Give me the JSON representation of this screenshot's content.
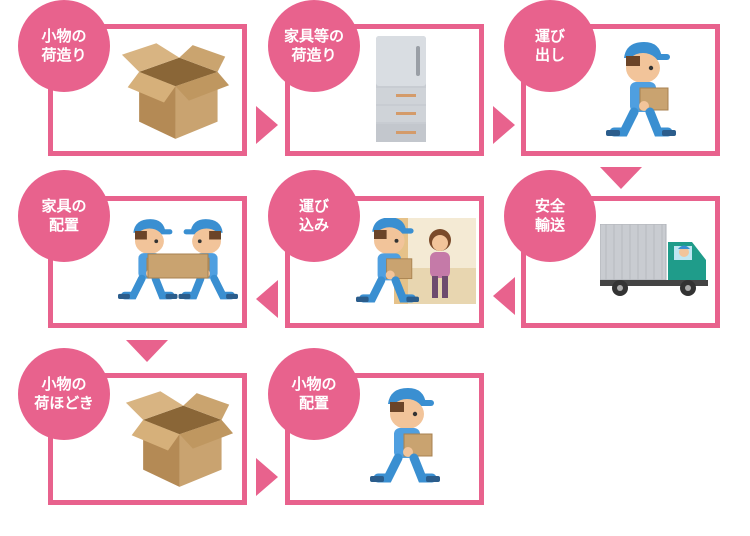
{
  "steps": [
    {
      "label": "小物の\n荷造り",
      "illustration": "cardboard-box-icon"
    },
    {
      "label": "家具等の\n荷造り",
      "illustration": "refrigerator-icon"
    },
    {
      "label": "運び\n出し",
      "illustration": "mover-carrying-box-icon"
    },
    {
      "label": "安全\n輸送",
      "illustration": "truck-icon"
    },
    {
      "label": "運び\n込み",
      "illustration": "mover-entering-room-icon"
    },
    {
      "label": "家具の\n配置",
      "illustration": "two-movers-carrying-box-icon"
    },
    {
      "label": "小物の\n荷ほどき",
      "illustration": "cardboard-box-icon"
    },
    {
      "label": "小物の\n配置",
      "illustration": "mover-carrying-box-icon"
    }
  ],
  "colors": {
    "accent": "#e8628d",
    "box": "#c9a370",
    "cap": "#3a8fd1",
    "shirt": "#4f9fe0"
  }
}
